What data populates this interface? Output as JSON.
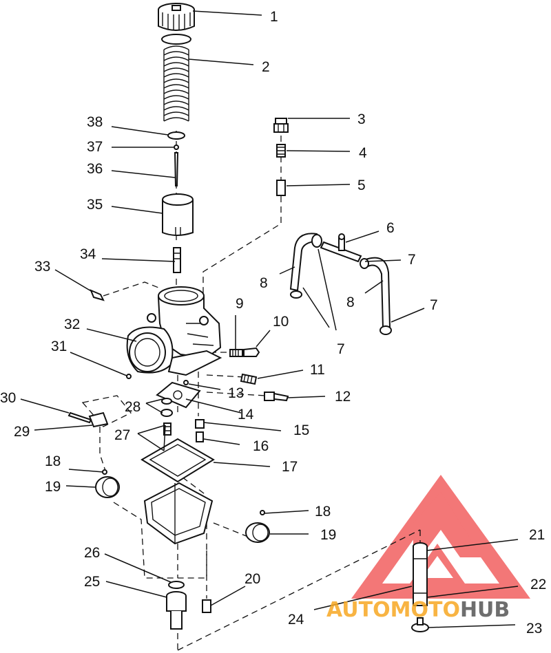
{
  "callouts": [
    {
      "id": "c1",
      "text": "1"
    },
    {
      "id": "c2",
      "text": "2"
    },
    {
      "id": "c3",
      "text": "3"
    },
    {
      "id": "c4",
      "text": "4"
    },
    {
      "id": "c5",
      "text": "5"
    },
    {
      "id": "c6",
      "text": "6"
    },
    {
      "id": "c7a",
      "text": "7"
    },
    {
      "id": "c7b",
      "text": "7"
    },
    {
      "id": "c7c",
      "text": "7"
    },
    {
      "id": "c8a",
      "text": "8"
    },
    {
      "id": "c8b",
      "text": "8"
    },
    {
      "id": "c9",
      "text": "9"
    },
    {
      "id": "c10",
      "text": "10"
    },
    {
      "id": "c11",
      "text": "11"
    },
    {
      "id": "c12",
      "text": "12"
    },
    {
      "id": "c13",
      "text": "13"
    },
    {
      "id": "c14",
      "text": "14"
    },
    {
      "id": "c15",
      "text": "15"
    },
    {
      "id": "c16",
      "text": "16"
    },
    {
      "id": "c17",
      "text": "17"
    },
    {
      "id": "c18a",
      "text": "18"
    },
    {
      "id": "c18b",
      "text": "18"
    },
    {
      "id": "c19a",
      "text": "19"
    },
    {
      "id": "c19b",
      "text": "19"
    },
    {
      "id": "c20",
      "text": "20"
    },
    {
      "id": "c21",
      "text": "21"
    },
    {
      "id": "c22",
      "text": "22"
    },
    {
      "id": "c23",
      "text": "23"
    },
    {
      "id": "c24",
      "text": "24"
    },
    {
      "id": "c25",
      "text": "25"
    },
    {
      "id": "c26",
      "text": "26"
    },
    {
      "id": "c27",
      "text": "27"
    },
    {
      "id": "c28",
      "text": "28"
    },
    {
      "id": "c29",
      "text": "29"
    },
    {
      "id": "c30",
      "text": "30"
    },
    {
      "id": "c31",
      "text": "31"
    },
    {
      "id": "c32",
      "text": "32"
    },
    {
      "id": "c33",
      "text": "33"
    },
    {
      "id": "c34",
      "text": "34"
    },
    {
      "id": "c35",
      "text": "35"
    },
    {
      "id": "c36",
      "text": "36"
    },
    {
      "id": "c37",
      "text": "37"
    },
    {
      "id": "c38",
      "text": "38"
    }
  ],
  "watermark": {
    "text_part1": "AUTOMOTO",
    "text_part2": "HUB",
    "logo_color": "#f04a4a",
    "part1_color": "#f7a823",
    "part2_color": "#555555"
  }
}
